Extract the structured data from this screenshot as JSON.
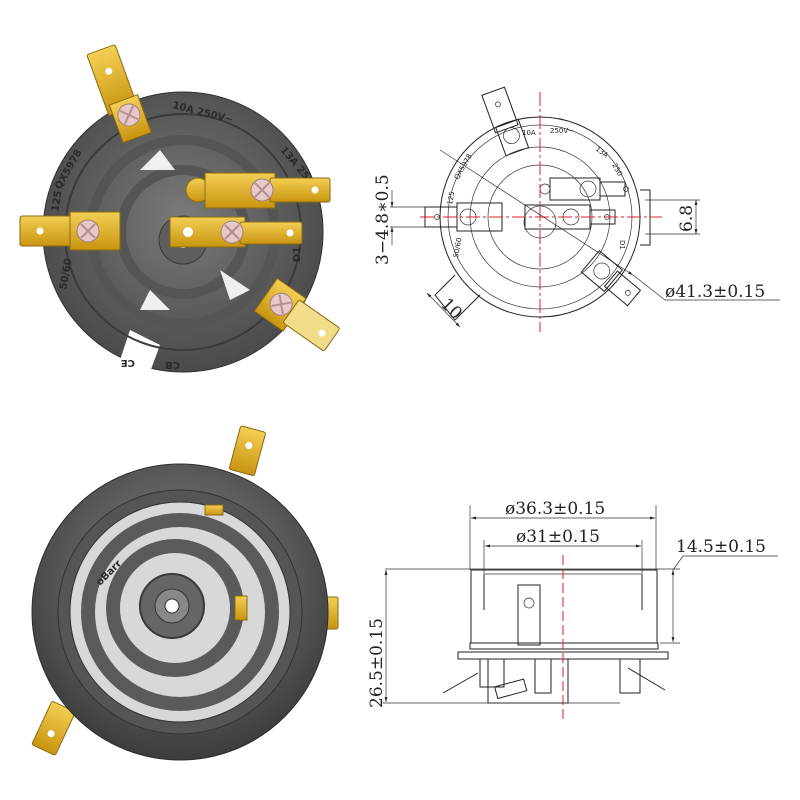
{
  "colors": {
    "body_dark": "#4a4a4a",
    "body_mid": "#6b6b6b",
    "terminal_gold": "#e0b22a",
    "screw_pink": "#e8c8c8",
    "centerline_red": "#e0202a",
    "line_black": "#222222"
  },
  "photo_top": {
    "markings": [
      "10A 250V~",
      "13A 250",
      "QX5978",
      "125",
      "50/60",
      "D1",
      "CE",
      "CB"
    ]
  },
  "drawing_top": {
    "markings": [
      "10A",
      "250V~",
      "13A",
      "250",
      "QX5978",
      "125",
      "50/60",
      "D1"
    ],
    "dims": {
      "terminal_width": "3−4.8∗0.5",
      "slot_width": "6.8",
      "notch_width": "10",
      "outer_diameter": "ø41.3±0.15"
    }
  },
  "photo_bottom": {
    "markings": [
      "oBarr"
    ]
  },
  "drawing_side": {
    "dims": {
      "outer_diameter": "ø36.3±0.15",
      "inner_diameter": "ø31±0.15",
      "body_height": "14.5±0.15",
      "total_height": "26.5±0.15"
    }
  }
}
